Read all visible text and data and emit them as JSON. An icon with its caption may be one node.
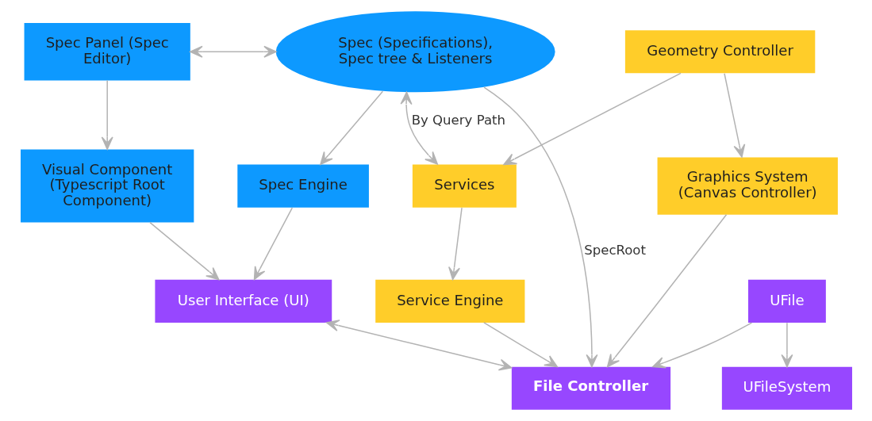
{
  "diagram": {
    "nodes": [
      {
        "text": [
          "Spec Panel (Spec Editor)"
        ]
      },
      {
        "text": [
          "Spec (Specifications), Spec tree & Listeners"
        ]
      },
      {
        "text": [
          "Geometry Controller"
        ]
      },
      {
        "text": [
          "Graphics System (Canvas Controller)"
        ]
      },
      {
        "text": [
          "Services"
        ]
      },
      {
        "text": [
          "Visual Component (Typescript Root Component)"
        ]
      },
      {
        "text": [
          "Spec Engine"
        ]
      },
      {
        "text": [
          "File Controller"
        ]
      },
      {
        "text": [
          "Service Engine"
        ]
      },
      {
        "text": [
          "User Interface (UI)"
        ]
      },
      {
        "text": [
          "UFile"
        ]
      },
      {
        "text": [
          "UFileSystem"
        ]
      }
    ],
    "edges": [
      {
        "from": 1,
        "to": 4,
        "arrow": "both",
        "label": "By Query Path"
      },
      {
        "from": 0,
        "to": 1,
        "arrow": "both"
      },
      {
        "from": 0,
        "to": 5,
        "arrow": "to"
      },
      {
        "from": 1,
        "to": 6,
        "arrow": "to"
      },
      {
        "from": 1,
        "to": 7,
        "arrow": "to",
        "label": "SpecRoot"
      },
      {
        "from": 2,
        "to": 3,
        "arrow": "to"
      },
      {
        "from": 2,
        "to": 4,
        "arrow": "to"
      },
      {
        "from": 3,
        "to": 7,
        "arrow": "to"
      },
      {
        "from": 4,
        "to": 8,
        "arrow": "to"
      },
      {
        "from": 8,
        "to": 7,
        "arrow": "to"
      },
      {
        "from": 6,
        "to": 9,
        "arrow": "to"
      },
      {
        "from": 5,
        "to": 9,
        "arrow": "to"
      },
      {
        "from": 9,
        "to": 7,
        "arrow": "both"
      },
      {
        "from": 10,
        "to": 7,
        "arrow": "to"
      },
      {
        "from": 10,
        "to": 11,
        "arrow": "to"
      }
    ]
  }
}
